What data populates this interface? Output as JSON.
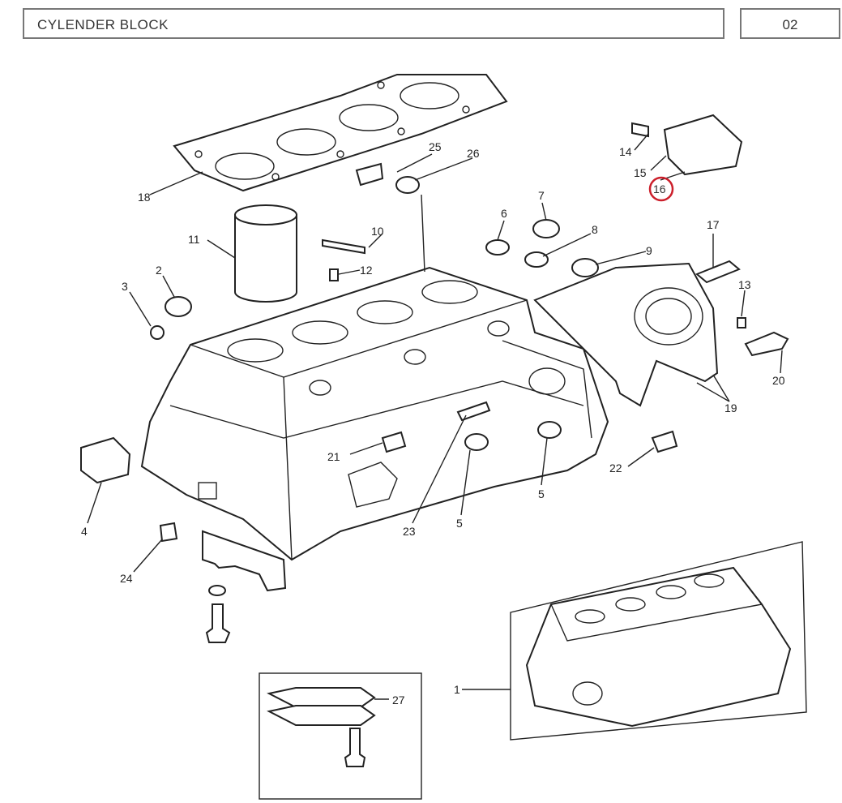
{
  "header": {
    "title": "CYLENDER BLOCK",
    "page": "02"
  },
  "highlight": {
    "part": "16",
    "color": "#cc1f2b"
  },
  "parts": [
    "1",
    "2",
    "3",
    "4",
    "5",
    "5",
    "6",
    "7",
    "8",
    "9",
    "10",
    "11",
    "12",
    "13",
    "14",
    "15",
    "16",
    "17",
    "18",
    "19",
    "20",
    "21",
    "22",
    "23",
    "24",
    "25",
    "26",
    "27"
  ]
}
